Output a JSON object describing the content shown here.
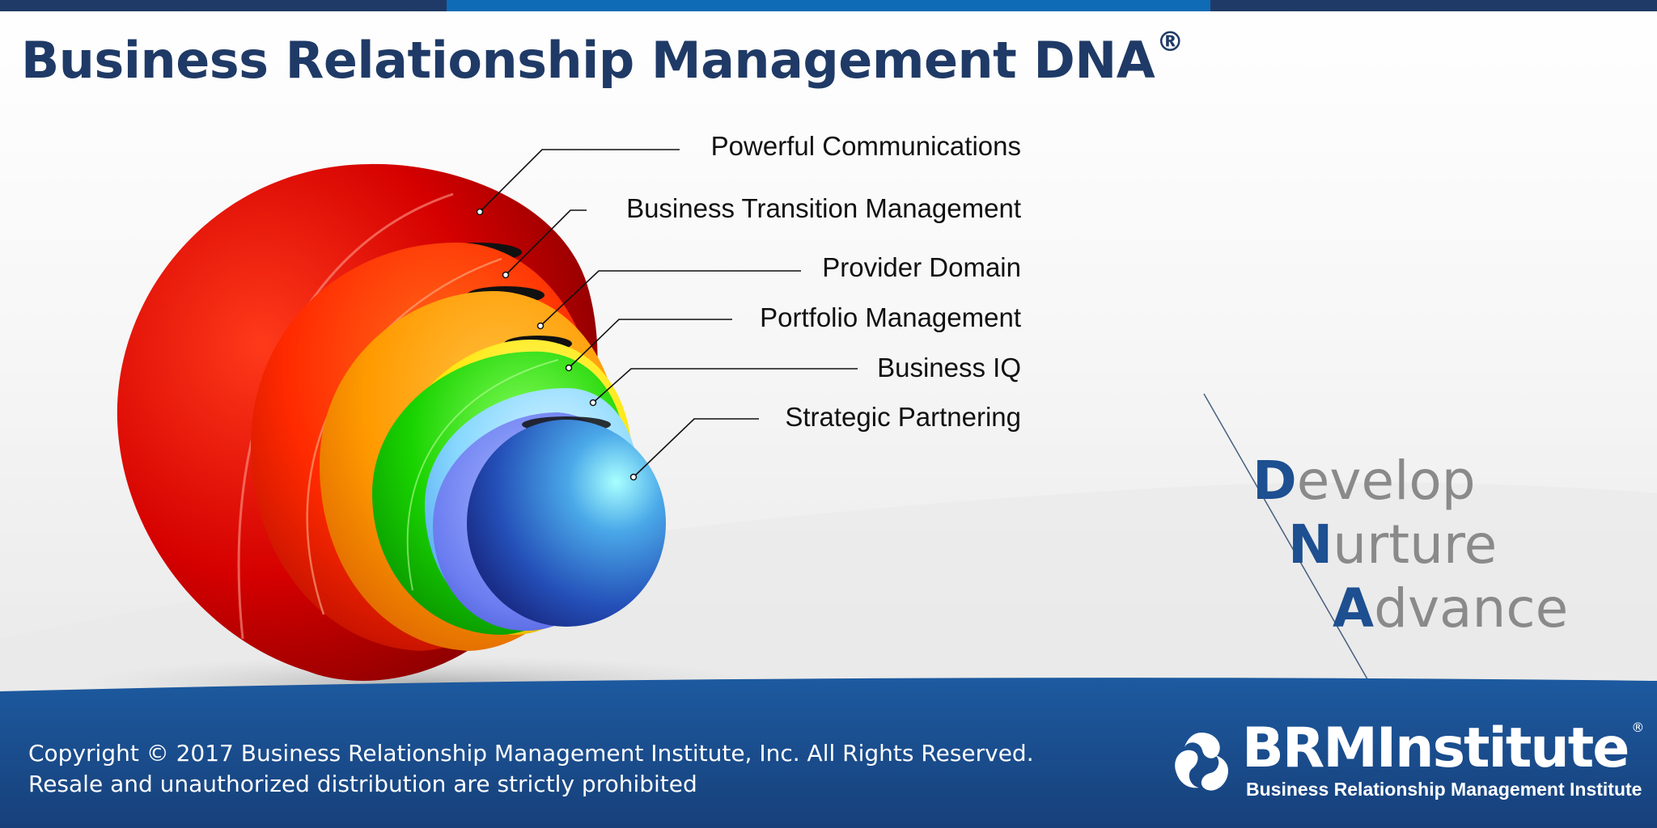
{
  "title": "Business Relationship Management DNA",
  "title_mark": "®",
  "layers": [
    {
      "label": "Powerful Communications",
      "color": "#d40000"
    },
    {
      "label": "Business Transition Management",
      "color": "#ff3a00"
    },
    {
      "label": "Provider Domain",
      "color": "#ffa400"
    },
    {
      "label": "Portfolio Management",
      "color": "#ffe000"
    },
    {
      "label": "Business IQ",
      "color": "#19d300"
    },
    {
      "label": "Strategic Partnering",
      "color": "#3a7dde"
    }
  ],
  "dna": [
    {
      "initial": "D",
      "rest": "evelop"
    },
    {
      "initial": "N",
      "rest": "urture"
    },
    {
      "initial": "A",
      "rest": "dvance"
    }
  ],
  "footer": {
    "copyright_line1": "Copyright © 2017 Business Relationship Management Institute, Inc. All Rights Reserved.",
    "copyright_line2": "Resale and unauthorized distribution are strictly prohibited",
    "brand_name": "BRMInstitute",
    "brand_mark": "®",
    "brand_subtitle": "Business Relationship Management Institute"
  },
  "colors": {
    "navy": "#1f3a66",
    "blue": "#0f6bb5",
    "footer": "#1a4a8c"
  }
}
